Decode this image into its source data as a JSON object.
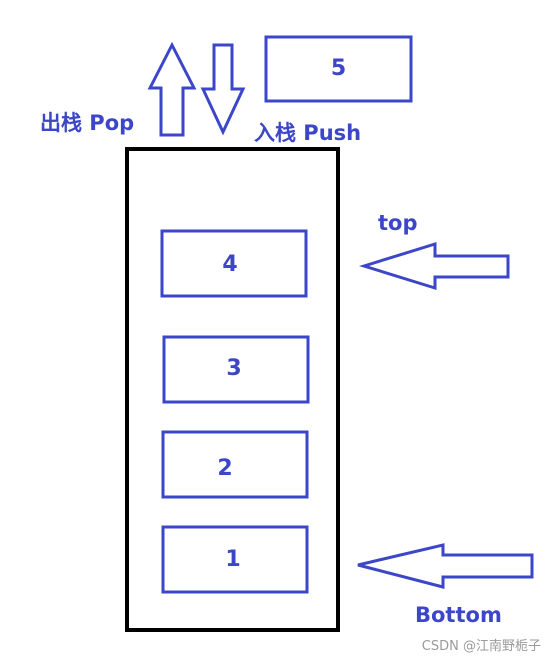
{
  "diagram": {
    "pop_label": "出栈 Pop",
    "push_label": "入栈 Push",
    "top_label": "top",
    "bottom_label": "Bottom",
    "incoming_element": "5",
    "stack_elements": [
      "4",
      "3",
      "2",
      "1"
    ],
    "watermark": "CSDN @江南野栀子"
  },
  "colors": {
    "accent": "#3c46c8",
    "stack_border": "#000000"
  }
}
